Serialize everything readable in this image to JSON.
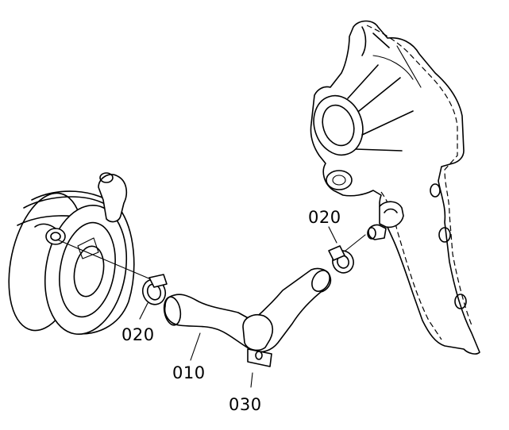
{
  "callouts": {
    "hose": "010",
    "clamp_left": "020",
    "clamp_right": "020",
    "bracket": "030"
  }
}
